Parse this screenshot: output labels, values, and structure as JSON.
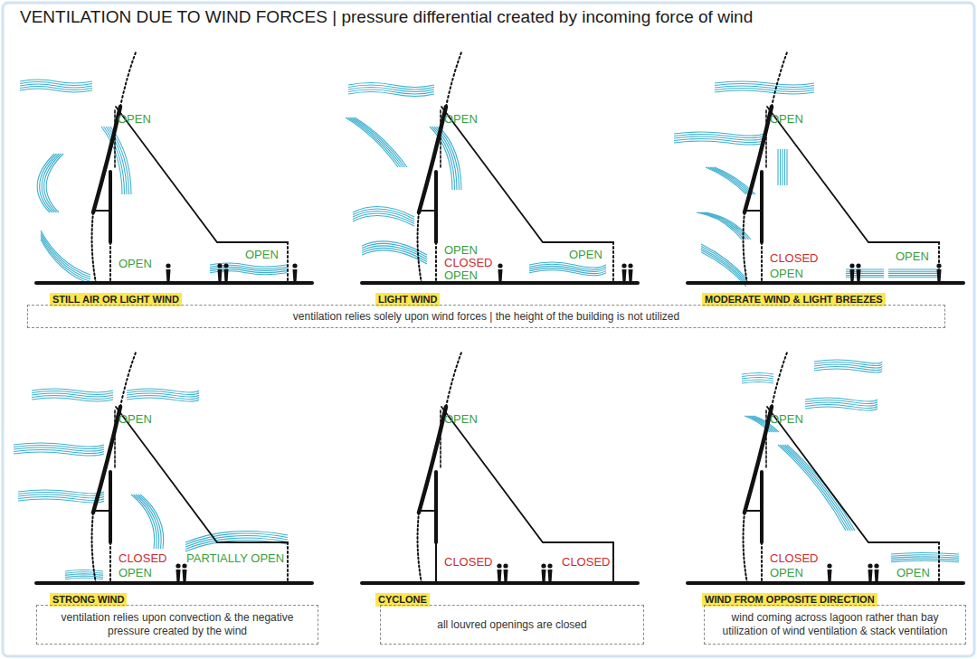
{
  "diagram": {
    "title": "VENTILATION DUE TO WIND FORCES | pressure differential created by incoming force of wind",
    "nodes": [
      {
        "text": [
          "STILL AIR OR LIGHT WIND"
        ]
      },
      {
        "text": [
          "LIGHT WIND"
        ]
      },
      {
        "text": [
          "MODERATE WIND & LIGHT BREEZES"
        ]
      },
      {
        "text": [
          "ventilation relies solely upon wind forces | the height of the building is not utilized"
        ]
      },
      {
        "text": [
          "STRONG WIND"
        ]
      },
      {
        "text": [
          "CYCLONE"
        ]
      },
      {
        "text": [
          "WIND FROM OPPOSITE DIRECTION"
        ]
      },
      {
        "text": [
          "ventilation relies upon convection & the negative pressure created by the wind"
        ]
      },
      {
        "text": [
          "all louvred openings are closed"
        ]
      },
      {
        "text": [
          "wind coming across lagoon rather than bay utilization of wind ventilation & stack ventilation"
        ]
      }
    ],
    "labels": [
      "OPEN",
      "OPEN",
      "OPEN",
      "OPEN",
      "OPEN",
      "CLOSED",
      "OPEN",
      "OPEN",
      "OPEN",
      "CLOSED",
      "OPEN",
      "OPEN",
      "OPEN",
      "CLOSED",
      "OPEN",
      "PARTIALLY OPEN",
      "OPEN",
      "CLOSED",
      "CLOSED",
      "OPEN",
      "CLOSED",
      "OPEN",
      "OPEN"
    ]
  }
}
